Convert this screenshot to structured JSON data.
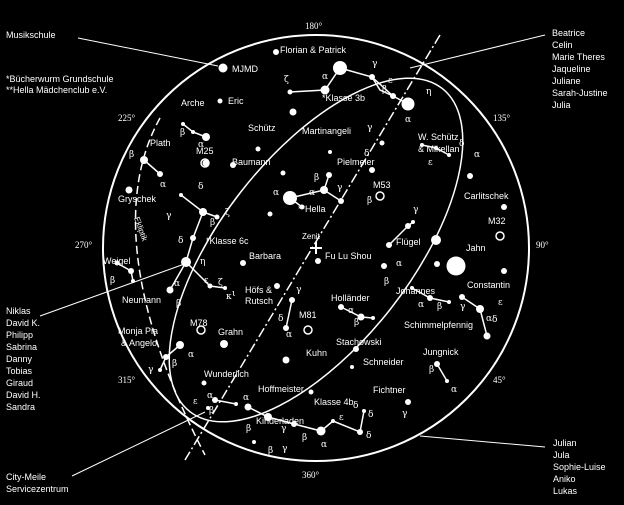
{
  "side_labels": {
    "musikschule": "Musikschule",
    "footnote1": "*Bücherwurm Grundschule",
    "footnote2": "**Hella Mädchenclub e.V.",
    "group_top_right": [
      "Beatrice",
      "Celin",
      "Marie Theres",
      "Jaqueline",
      "Juliane",
      "Sarah-Justine",
      "Julia"
    ],
    "group_left": [
      "Niklas",
      "David K.",
      "Philipp",
      "Sabrina",
      "Danny",
      "Tobias",
      "Giraud",
      "David H.",
      "Sandra"
    ],
    "city_meile": [
      "City-Meile",
      "Servicezentrum"
    ],
    "group_bottom_right": [
      "Julian",
      "Jula",
      "Sophie-Luise",
      "Aniko",
      "Lukas"
    ]
  },
  "degrees": {
    "d180": "180°",
    "d135": "135°",
    "d225": "225°",
    "d270": "270°",
    "d90": "90°",
    "d315": "315°",
    "d45": "45°",
    "d360": "360°"
  },
  "star_labels": [
    "MJMD",
    "Florian & Patrick",
    "*Klasse 3b",
    "Arche",
    "Eric",
    "Schütz",
    "Martinangeli",
    "W. Schütz",
    "& Mikellan",
    "Plath",
    "M25",
    "Baumann",
    "Pielmeier",
    "M53",
    "Gryschek",
    "Carlitschek",
    "**Hella",
    "M32",
    "Ekliptik",
    "*Klasse 6c",
    "Zenit",
    "Flügel",
    "Jahn",
    "Weigel",
    "Barbara",
    "Fu Lu Shou",
    "Constantin",
    "Neumann",
    "Höfs &",
    "Rutsch",
    "Johannes",
    "Holländer",
    "M81",
    "Schimmelpfennig",
    "Monja Pia",
    "& Angelo",
    "M78",
    "Grahn",
    "Stachowski",
    "Kuhn",
    "Jungnick",
    "Schneider",
    "Wunderlich",
    "Hoffmeister",
    "Fichtner",
    "Klasse 4b",
    "Kinderladen"
  ],
  "greek_letters": [
    "γ",
    "α",
    "ζ",
    "β",
    "ε",
    "η",
    "α",
    "β",
    "α",
    "β",
    "α",
    "γ",
    "δ",
    "δ",
    "α",
    "ε",
    "β",
    "γ",
    "α",
    "α",
    "β",
    "δ",
    "γ",
    "ζ",
    "β",
    "δ",
    "γ",
    "η",
    "α",
    "β",
    "β",
    "α",
    "ε",
    "ζ",
    "γ",
    "δ",
    "α",
    "β",
    "ι",
    "κ",
    "α",
    "β",
    "α",
    "β",
    "α",
    "γ",
    "δ",
    "ε",
    "α",
    "β",
    "γ",
    "β",
    "α",
    "β",
    "α",
    "γ",
    "δ",
    "β",
    "γ",
    "ε",
    "δ",
    "β",
    "α",
    "γ",
    "δ",
    "β",
    "α",
    "ε"
  ],
  "colors": {
    "background": "#000000",
    "foreground": "#ffffff"
  }
}
